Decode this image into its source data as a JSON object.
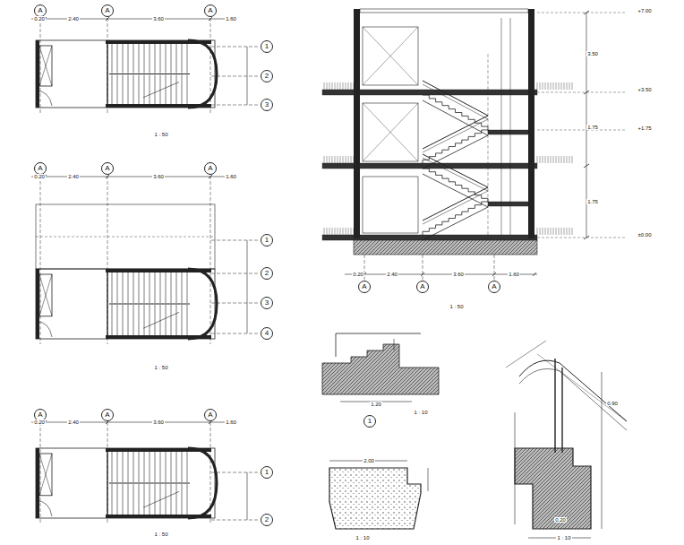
{
  "diagram": {
    "nodes": [
      {
        "text": [
          "A"
        ]
      },
      {
        "text": [
          "A"
        ]
      },
      {
        "text": [
          "A"
        ]
      },
      {
        "text": [
          "1"
        ]
      },
      {
        "text": [
          "2"
        ]
      },
      {
        "text": [
          "3"
        ]
      },
      {
        "text": [
          "A"
        ]
      },
      {
        "text": [
          "A"
        ]
      },
      {
        "text": [
          "A"
        ]
      },
      {
        "text": [
          "1"
        ]
      },
      {
        "text": [
          "2"
        ]
      },
      {
        "text": [
          "3"
        ]
      },
      {
        "text": [
          "4"
        ]
      },
      {
        "text": [
          "A"
        ]
      },
      {
        "text": [
          "A"
        ]
      },
      {
        "text": [
          "A"
        ]
      },
      {
        "text": [
          "1"
        ]
      },
      {
        "text": [
          "2"
        ]
      },
      {
        "text": [
          "A"
        ]
      },
      {
        "text": [
          "A"
        ]
      },
      {
        "text": [
          "A"
        ]
      },
      {
        "text": [
          "1"
        ]
      }
    ],
    "labels": [
      "0.20",
      "2.40",
      "3.60",
      "1.60",
      "1 : 50",
      "0.20",
      "2.40",
      "3.60",
      "1.60",
      "1 : 50",
      "0.20",
      "2.40",
      "3.60",
      "1.60",
      "1 : 50",
      "0.20",
      "2.40",
      "3.60",
      "1.60",
      "1 : 50",
      "3.50",
      "1.75",
      "1.75",
      "+7.00",
      "+3.50",
      "+1.75",
      "±0.00",
      "1.20",
      "1 : 10",
      "2.00",
      "1 : 10",
      "0.90",
      "1 : 10",
      "0.20"
    ]
  }
}
